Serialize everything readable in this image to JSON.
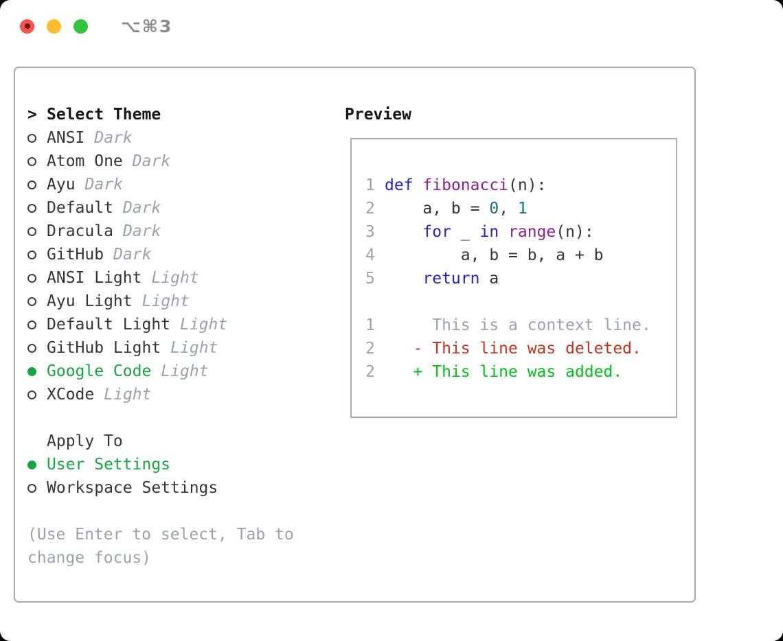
{
  "window": {
    "title": "⌥⌘3",
    "traffic_lights": [
      "close",
      "minimize",
      "zoom"
    ]
  },
  "colors": {
    "accent_green": "#17a542",
    "keyword_blue": "#2323c8",
    "function_purple": "#8e2190",
    "literal_teal": "#0e7478",
    "deleted_red": "#c8301f",
    "added_green": "#00c217",
    "muted_gray": "#9aa2af",
    "text_dark": "#31363c",
    "panel_border": "#a5abb5",
    "traffic_red": "#f2554d",
    "traffic_yellow": "#fcbd2f",
    "traffic_green": "#30c53a"
  },
  "theme_panel": {
    "header": {
      "marker": ">",
      "label": "Select Theme"
    },
    "themes": [
      {
        "name": "ANSI",
        "variant": "Dark",
        "selected": false
      },
      {
        "name": "Atom One",
        "variant": "Dark",
        "selected": false
      },
      {
        "name": "Ayu",
        "variant": "Dark",
        "selected": false
      },
      {
        "name": "Default",
        "variant": "Dark",
        "selected": false
      },
      {
        "name": "Dracula",
        "variant": "Dark",
        "selected": false
      },
      {
        "name": "GitHub",
        "variant": "Dark",
        "selected": false
      },
      {
        "name": "ANSI Light",
        "variant": "Light",
        "selected": false
      },
      {
        "name": "Ayu Light",
        "variant": "Light",
        "selected": false
      },
      {
        "name": "Default Light",
        "variant": "Light",
        "selected": false
      },
      {
        "name": "GitHub Light",
        "variant": "Light",
        "selected": false
      },
      {
        "name": "Google Code",
        "variant": "Light",
        "selected": true
      },
      {
        "name": "XCode",
        "variant": "Light",
        "selected": false
      }
    ],
    "apply_to": {
      "header": "Apply To",
      "options": [
        {
          "name": "User Settings",
          "selected": true
        },
        {
          "name": "Workspace Settings",
          "selected": false
        }
      ]
    },
    "help_lines": [
      "(Use Enter to select, Tab to",
      "change focus)"
    ]
  },
  "preview": {
    "header": "Preview",
    "code_lines": [
      {
        "num": "1",
        "segments": [
          {
            "t": "def",
            "c": "kw"
          },
          {
            "t": " ",
            "c": "plain"
          },
          {
            "t": "fibonacci",
            "c": "fn"
          },
          {
            "t": "(n):",
            "c": "plain"
          }
        ]
      },
      {
        "num": "2",
        "segments": [
          {
            "t": "    a, b = ",
            "c": "plain"
          },
          {
            "t": "0",
            "c": "lit"
          },
          {
            "t": ", ",
            "c": "plain"
          },
          {
            "t": "1",
            "c": "lit"
          }
        ]
      },
      {
        "num": "3",
        "segments": [
          {
            "t": "    ",
            "c": "plain"
          },
          {
            "t": "for",
            "c": "kw"
          },
          {
            "t": " _ ",
            "c": "plain"
          },
          {
            "t": "in",
            "c": "kw"
          },
          {
            "t": " ",
            "c": "plain"
          },
          {
            "t": "range",
            "c": "fn"
          },
          {
            "t": "(n):",
            "c": "plain"
          }
        ]
      },
      {
        "num": "4",
        "segments": [
          {
            "t": "        a, b = b, a + b",
            "c": "plain"
          }
        ]
      },
      {
        "num": "5",
        "segments": [
          {
            "t": "    ",
            "c": "plain"
          },
          {
            "t": "return",
            "c": "kw"
          },
          {
            "t": " a",
            "c": "plain"
          }
        ]
      },
      {
        "num": "",
        "segments": []
      },
      {
        "num": "1",
        "segments": [
          {
            "t": "     This is a context line.",
            "c": "muted"
          }
        ]
      },
      {
        "num": "2",
        "segments": [
          {
            "t": "   - This line was deleted.",
            "c": "del"
          }
        ]
      },
      {
        "num": "2",
        "segments": [
          {
            "t": "   + This line was added.",
            "c": "add"
          }
        ]
      }
    ]
  }
}
